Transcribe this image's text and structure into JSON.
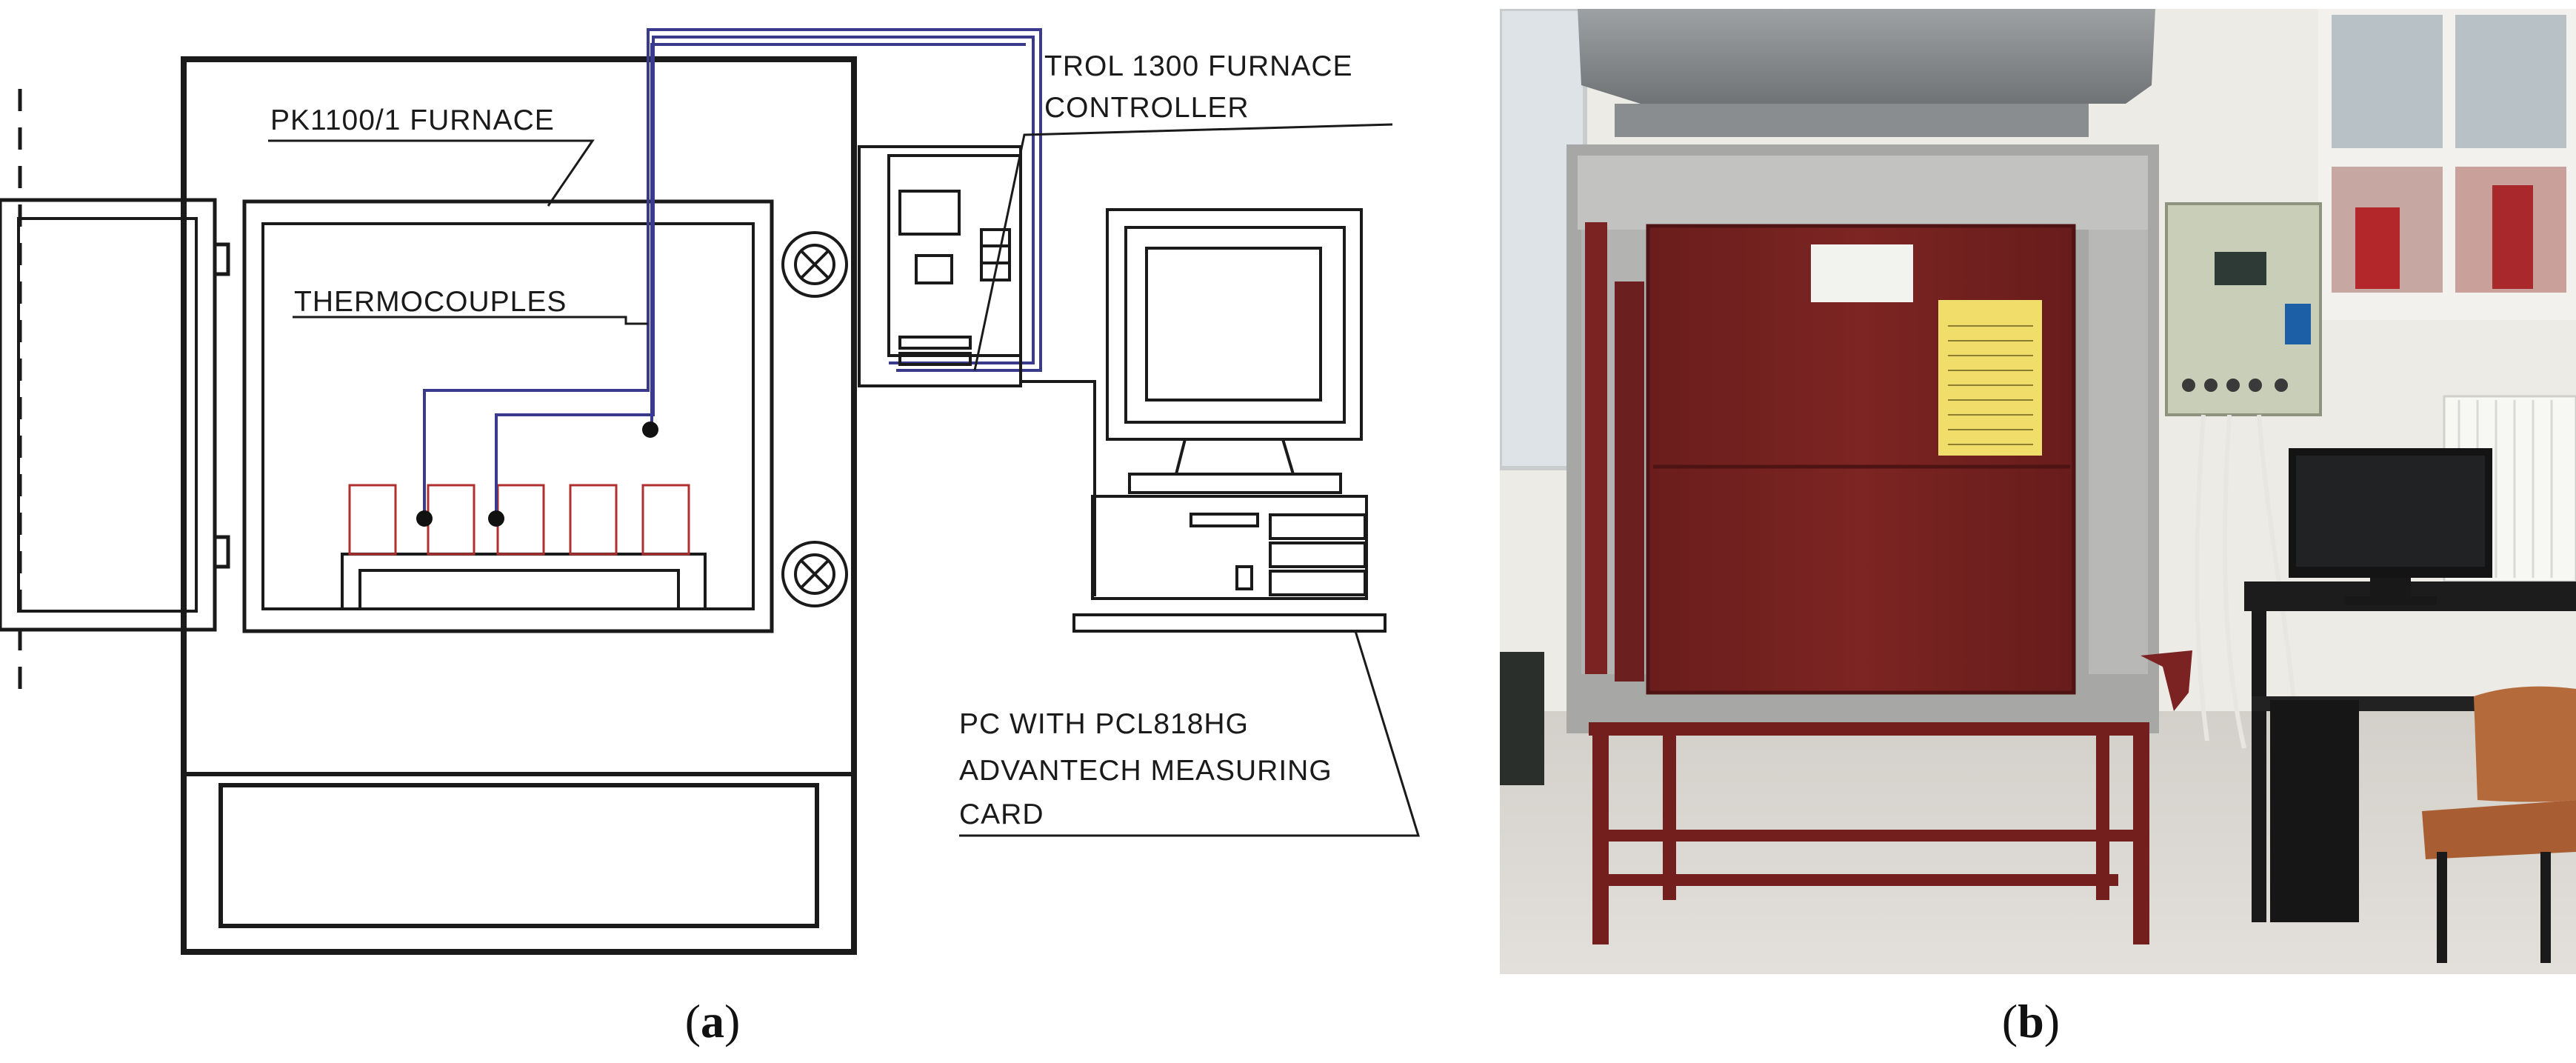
{
  "panel_a": {
    "labels": {
      "furnace": "PK1100/1 FURNACE",
      "controller_line1": "TROL 1300 FURNACE",
      "controller_line2": "CONTROLLER",
      "thermocouples": "THERMOCOUPLES",
      "pc_line1": "PC WITH PCL818HG",
      "pc_line2": "ADVANTECH MEASURING",
      "pc_line3": "CARD"
    },
    "caption": "a"
  },
  "panel_b": {
    "caption": "b"
  },
  "colors": {
    "line": "#1a1a1a",
    "wire": "#3a3a8c",
    "sample": "#b03030",
    "furnace_body": "#7a2322",
    "floor": "#d9d6d0",
    "wall": "#ecebe6"
  }
}
